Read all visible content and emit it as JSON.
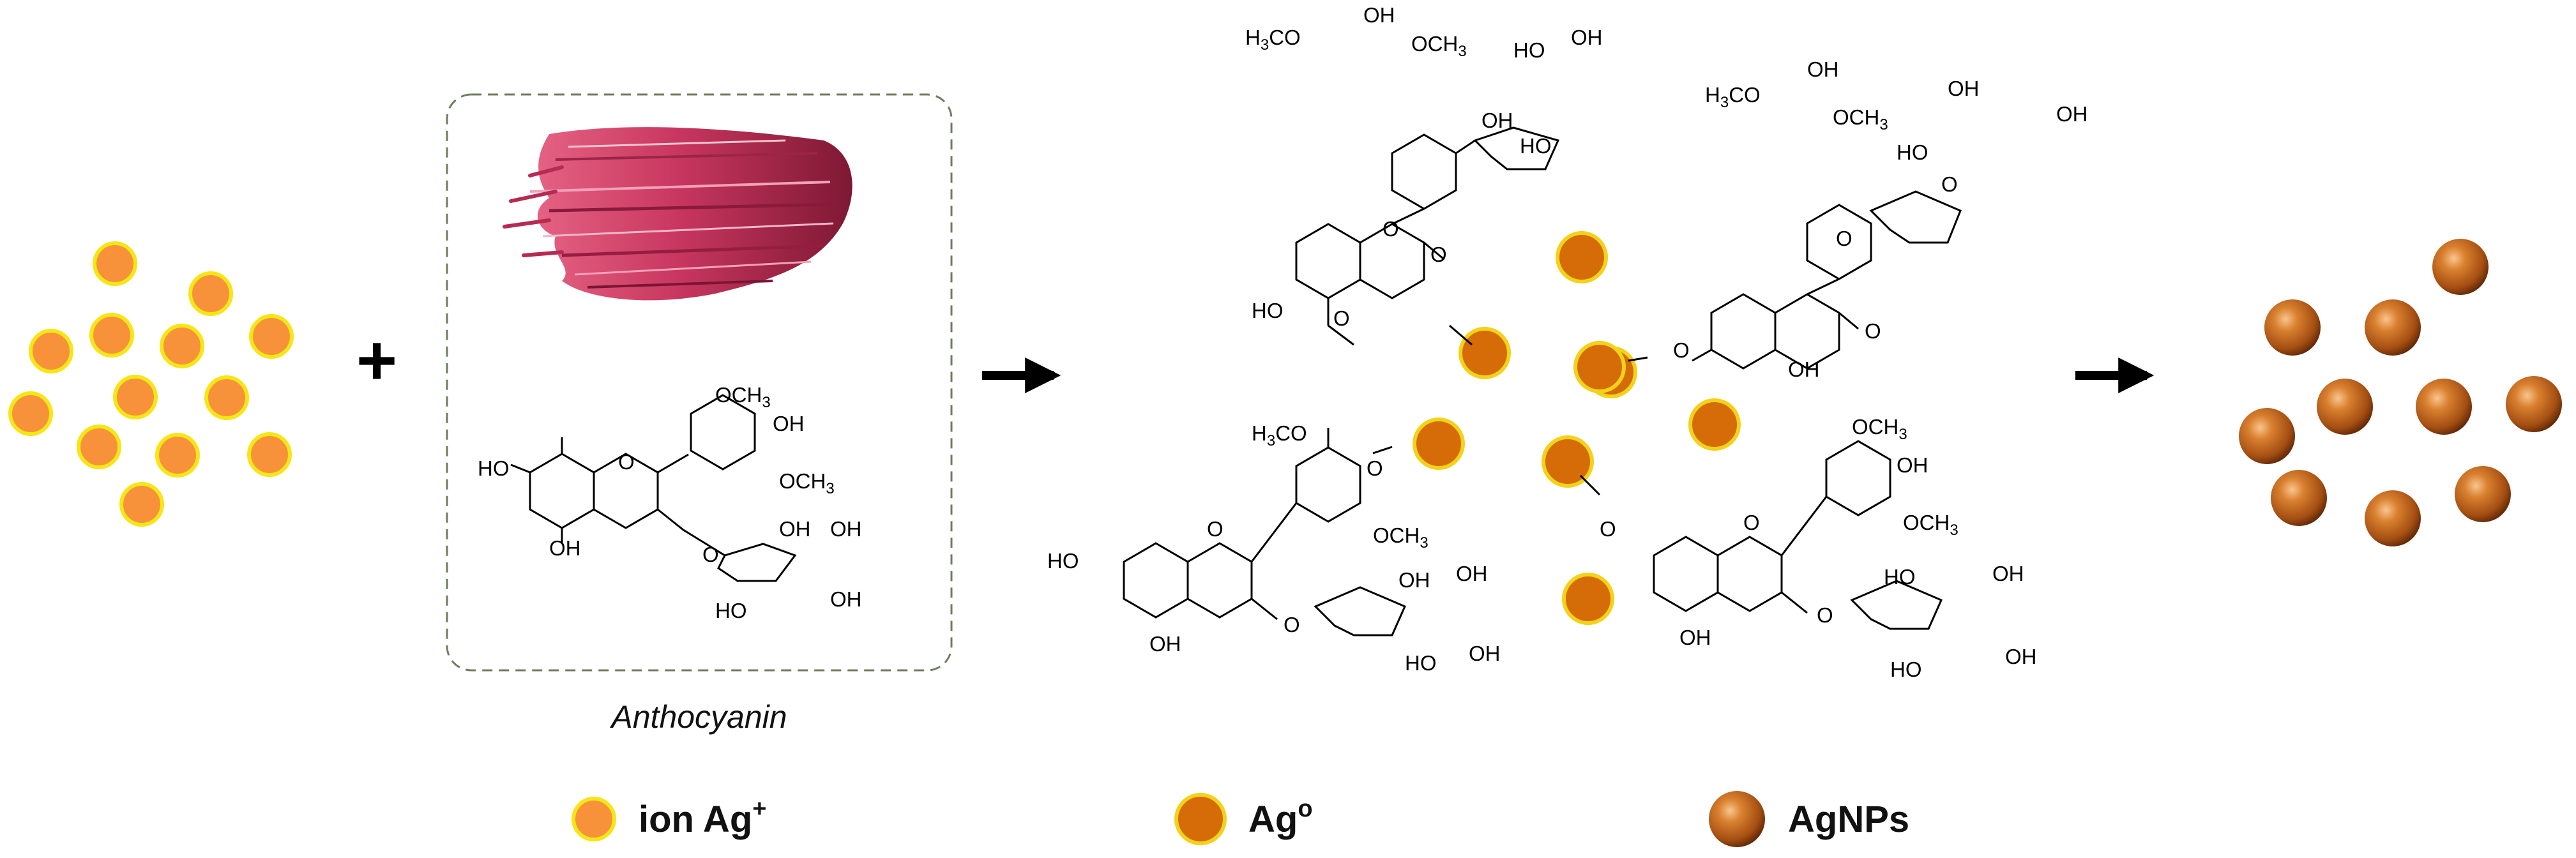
{
  "panel": {
    "label": "Anthocyanin"
  },
  "operators": {
    "plus": "+"
  },
  "legend": {
    "ion_label": "ion Ag",
    "ion_sup": "+",
    "ag0_label": "Ag",
    "ag0_sup": "o",
    "np_label": "AgNPs"
  },
  "chem": {
    "oh": "OH",
    "ho": "HO",
    "och3": "OCH3",
    "h3co": "H3CO",
    "o": "O"
  },
  "colors": {
    "ion_fill": "#F7923A",
    "ion_ring": "#F5E617",
    "ag0_fill": "#D66C08",
    "ag0_ring": "#F2D21A",
    "np_core": "#B85A1A",
    "np_dark": "#5A2506",
    "np_highlight": "#F9C58E",
    "panel_border": "#6E7D5C",
    "leaf": "#C8365E"
  },
  "counts": {
    "ag_ions": 13,
    "ag_atoms": 8,
    "agnps": 10
  }
}
